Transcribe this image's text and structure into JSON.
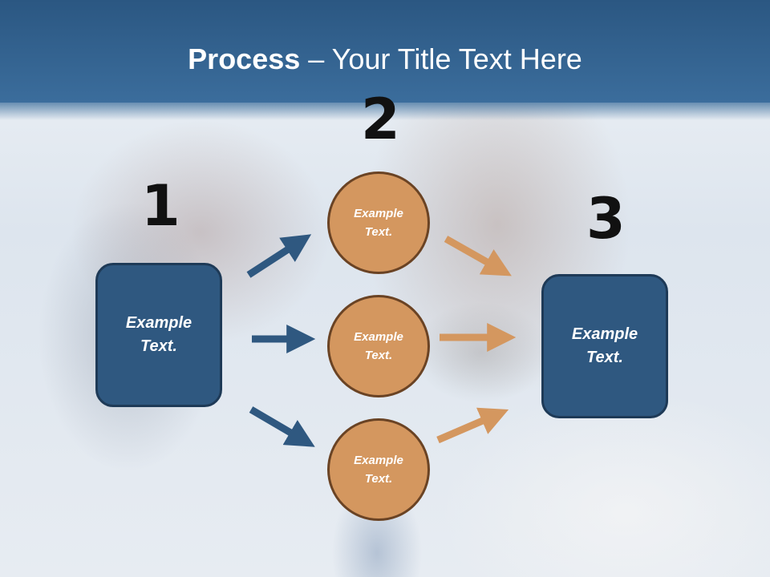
{
  "slide": {
    "title_bold": "Process",
    "title_rest": " – Your Title Text Here"
  },
  "steps": {
    "step1": {
      "number": "1",
      "text": "Example\nText."
    },
    "step2": {
      "number": "2",
      "items": [
        {
          "text": "Example\nText."
        },
        {
          "text": "Example\nText."
        },
        {
          "text": "Example\nText."
        }
      ]
    },
    "step3": {
      "number": "3",
      "text": "Example\nText."
    }
  },
  "colors": {
    "header": "#2d5a87",
    "box_fill": "#2f5880",
    "circle_fill": "#d4975f",
    "arrow_left": "#2f5880",
    "arrow_right": "#d4975f"
  }
}
